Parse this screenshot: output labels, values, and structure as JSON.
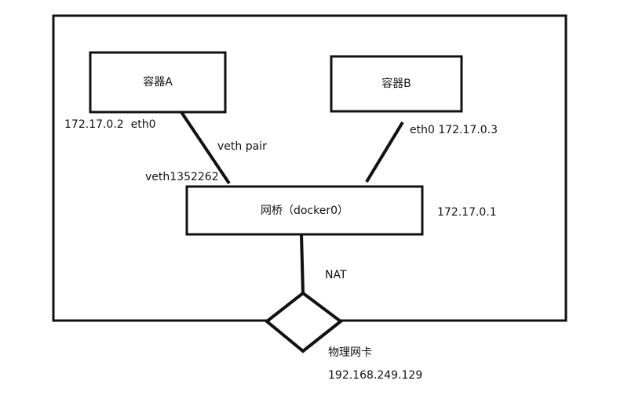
{
  "colors": {
    "stroke": "#111111",
    "text": "#111111",
    "background": "#ffffff"
  },
  "nodes": {
    "container_a": {
      "label": "容器A"
    },
    "container_b": {
      "label": "容器B"
    },
    "bridge": {
      "label": "网桥（docker0）",
      "ip": "172.17.0.1"
    },
    "nic": {
      "label": "物理网卡",
      "ip": "192.168.249.129"
    }
  },
  "labels": {
    "container_a_iface": "172.17.0.2  eth0",
    "container_b_iface": "eth0 172.17.0.3",
    "veth_pair": "veth pair",
    "veth_name": "veth1352262",
    "nat": "NAT"
  }
}
